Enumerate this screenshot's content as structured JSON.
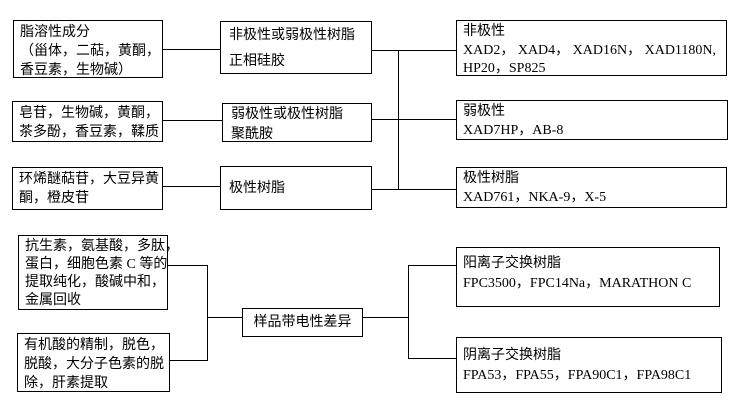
{
  "diagram": {
    "colors": {
      "background": "#ffffff",
      "border": "#000000",
      "line": "#000000",
      "text": "#000000"
    },
    "boxes": {
      "lipid_soluble": {
        "lines": [
          "脂溶性成分",
          "（甾体，二萜，黄酮，",
          "香豆素，生物碱）"
        ]
      },
      "nonpolar_medium": {
        "lines": [
          "非极性或弱极性树脂",
          "正相硅胶"
        ]
      },
      "nonpolar_resins": {
        "lines": [
          "非极性",
          "XAD2， XAD4， XAD16N， XAD1180N,",
          "HP20，SP825"
        ]
      },
      "saponin_sources": {
        "lines": [
          "皂苷，生物碱，黄酮，",
          "茶多酚，香豆素，鞣质"
        ]
      },
      "weakpolar_medium": {
        "lines": [
          "弱极性或极性树脂",
          "聚酰胺"
        ]
      },
      "weakpolar_resins": {
        "lines": [
          "弱极性",
          "XAD7HP，AB-8"
        ]
      },
      "iridoid_sources": {
        "lines": [
          "环烯醚萜苷，大豆异黄",
          "酮，橙皮苷"
        ]
      },
      "polar_medium": {
        "lines": [
          "极性树脂"
        ]
      },
      "polar_resins": {
        "lines": [
          "极性树脂",
          "XAD761，NKA-9，X-5"
        ]
      },
      "biomolecule_sources": {
        "lines": [
          "抗生素，氨基酸，多肽，",
          "蛋白，细胞色素 C 等的",
          "提取纯化，酸碱中和，",
          "金属回收"
        ]
      },
      "organic_acid_sources": {
        "lines": [
          "有机酸的精制，脱色，",
          "脱酸，大分子色素的脱",
          "除，肝素提取"
        ]
      },
      "charge_hub": {
        "lines": [
          "样品带电性差异"
        ]
      },
      "cation_resins": {
        "lines": [
          "阳离子交换树脂",
          "FPC3500，FPC14Na，MARATHON C"
        ]
      },
      "anion_resins": {
        "lines": [
          "阴离子交换树脂",
          "FPA53，FPA55，FPA90C1，FPA98C1"
        ]
      }
    }
  }
}
